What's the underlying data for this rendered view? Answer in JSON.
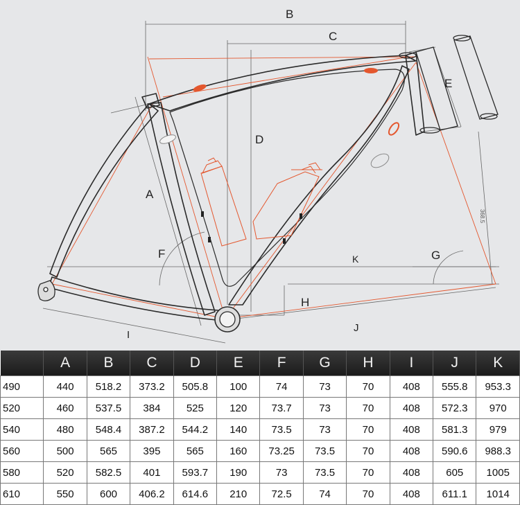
{
  "diagram": {
    "labels": {
      "B": "B",
      "C": "C",
      "D": "D",
      "E": "E",
      "A": "A",
      "F": "F",
      "G": "G",
      "K": "K",
      "H": "H",
      "I": "I",
      "J": "J"
    },
    "small_label": "368.5"
  },
  "table": {
    "headers": [
      "",
      "A",
      "B",
      "C",
      "D",
      "E",
      "F",
      "G",
      "H",
      "I",
      "J",
      "K"
    ],
    "rows": [
      [
        "490",
        "440",
        "518.2",
        "373.2",
        "505.8",
        "100",
        "74",
        "73",
        "70",
        "408",
        "555.8",
        "953.3"
      ],
      [
        "520",
        "460",
        "537.5",
        "384",
        "525",
        "120",
        "73.7",
        "73",
        "70",
        "408",
        "572.3",
        "970"
      ],
      [
        "540",
        "480",
        "548.4",
        "387.2",
        "544.2",
        "140",
        "73.5",
        "73",
        "70",
        "408",
        "581.3",
        "979"
      ],
      [
        "560",
        "500",
        "565",
        "395",
        "565",
        "160",
        "73.25",
        "73.5",
        "70",
        "408",
        "590.6",
        "988.3"
      ],
      [
        "580",
        "520",
        "582.5",
        "401",
        "593.7",
        "190",
        "73",
        "73.5",
        "70",
        "408",
        "605",
        "1005"
      ],
      [
        "610",
        "550",
        "600",
        "406.2",
        "614.6",
        "210",
        "72.5",
        "74",
        "70",
        "408",
        "611.1",
        "1014"
      ]
    ]
  },
  "colors": {
    "background": "#e6e7e9",
    "frame": "#2a2a2a",
    "accent": "#e4572e",
    "header": "#222222"
  }
}
